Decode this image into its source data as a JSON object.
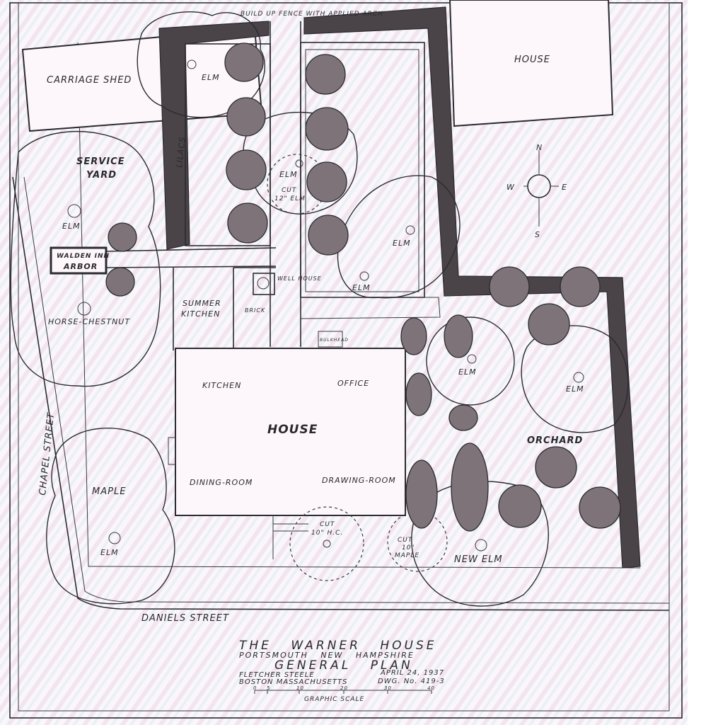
{
  "notes": {
    "fence": "BUILD UP FENCE WITH APPLIED ARCH",
    "walden_inn": "WALDEN INN",
    "arbor": "ARBOR",
    "well_house": "WELL HOUSE",
    "brick": "BRICK",
    "bulkhead": "BULKHEAD",
    "cut_elm_1": "CUT",
    "cut_elm_2": "12\" ELM",
    "cut_hc_1": "CUT",
    "cut_hc_2": "10\" H.C.",
    "cut_maple_1": "CUT",
    "cut_maple_2": "10\"",
    "cut_maple_3": "MAPLE"
  },
  "labels": {
    "carriage_shed": "CARRIAGE SHED",
    "house_ne": "HOUSE",
    "service_yard_1": "SERVICE",
    "service_yard_2": "YARD",
    "lilacs": "LILACS",
    "summer_kitchen_1": "SUMMER",
    "summer_kitchen_2": "KITCHEN",
    "horse_chestnut": "HORSE-CHESTNUT",
    "kitchen": "KITCHEN",
    "office": "OFFICE",
    "house_main": "HOUSE",
    "dining_room": "DINING-ROOM",
    "drawing_room": "DRAWING-ROOM",
    "orchard": "ORCHARD",
    "maple": "MAPLE",
    "new_elm": "NEW ELM",
    "chapel_street": "CHAPEL STREET",
    "daniels_street": "DANIELS STREET",
    "elm": "ELM"
  },
  "compass": {
    "n": "N",
    "s": "S",
    "e": "E",
    "w": "W"
  },
  "title_block": {
    "title": "THE WARNER HOUSE",
    "location": "PORTSMOUTH NEW HAMPSHIRE",
    "subtitle": "GENERAL PLAN",
    "designer": "FLETCHER STEELE",
    "designer_city": "BOSTON MASSACHUSETTS",
    "date": "APRIL 24, 1937",
    "drawing_no": "DWG. No. 419-3",
    "scale_label": "GRAPHIC SCALE",
    "scale_ticks": [
      "0",
      "5",
      "10",
      "20",
      "30",
      "40"
    ]
  },
  "colors": {
    "ink": "#2b2b30",
    "hedge": "#4a4348",
    "paper": "#fdf7fb"
  }
}
